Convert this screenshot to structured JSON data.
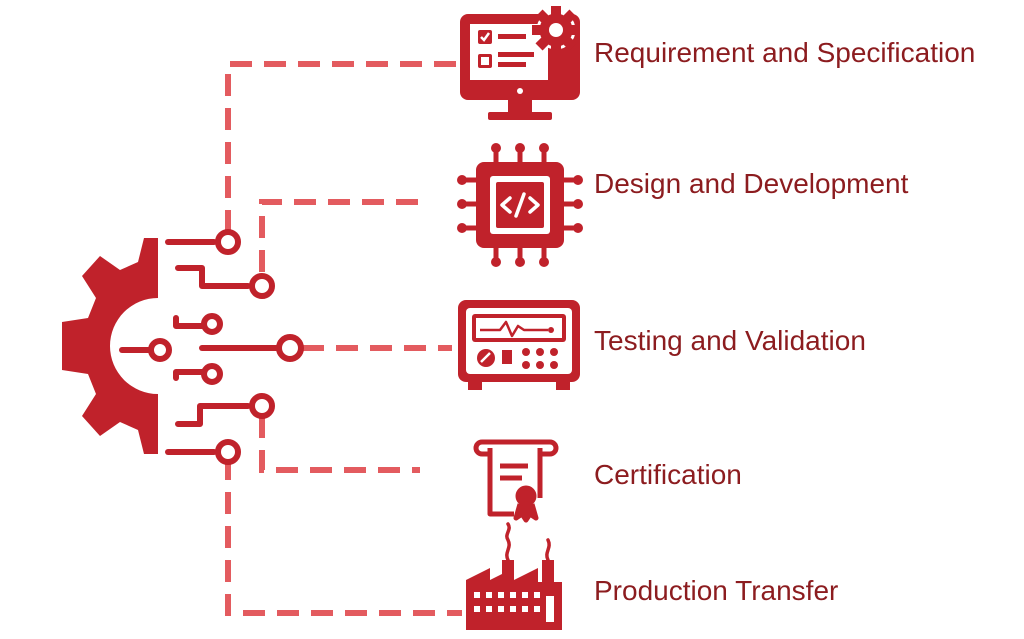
{
  "colors": {
    "primary": "#c0222b",
    "connector": "#e35b5f",
    "text": "#8c1c1f",
    "background": "#ffffff"
  },
  "hub": {
    "icon": "gear-circuit-icon"
  },
  "stages": [
    {
      "label": "Requirement and Specification",
      "icon": "monitor-checklist-gear-icon"
    },
    {
      "label": "Design and Development",
      "icon": "chip-code-icon"
    },
    {
      "label": "Testing and Validation",
      "icon": "test-instrument-icon"
    },
    {
      "label": "Certification",
      "icon": "certificate-scroll-icon"
    },
    {
      "label": "Production Transfer",
      "icon": "factory-icon"
    }
  ]
}
